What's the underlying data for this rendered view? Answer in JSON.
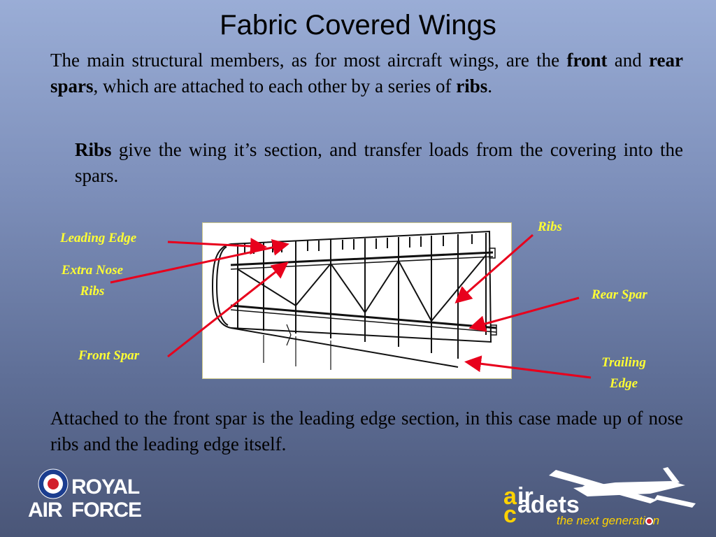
{
  "slide": {
    "title": "Fabric Covered Wings",
    "para1": {
      "t1": "The main structural members, as for most aircraft wings, are the ",
      "b1": "front",
      "t2": " and ",
      "b2": "rear spars",
      "t3": ", which are attached to each other by a series of ",
      "b3": "ribs",
      "t4": "."
    },
    "para2": {
      "b1": "Ribs",
      "t1": " give the wing it’s section, and transfer loads from the covering into the spars."
    },
    "para3": "Attached to the front spar is the leading edge section, in this case made up of nose ribs and the leading edge itself."
  },
  "diagram": {
    "labels": {
      "leading_edge": "Leading Edge",
      "extra_nose_ribs_1": "Extra Nose",
      "extra_nose_ribs_2": "Ribs",
      "front_spar": "Front Spar",
      "ribs": "Ribs",
      "rear_spar": "Rear Spar",
      "trailing_edge_1": "Trailing",
      "trailing_edge_2": "Edge"
    },
    "colors": {
      "label": "#ffff33",
      "arrow": "#e8001c"
    }
  },
  "logos": {
    "raf_line1": "ROYAL",
    "raf_line2": "AIR",
    "raf_line3": "FORCE",
    "cadets_a": "a",
    "cadets_ir": "ir",
    "cadets_c": "c",
    "cadets_adets": "adets",
    "tagline": "the next generati",
    "tagline_end": "n"
  }
}
